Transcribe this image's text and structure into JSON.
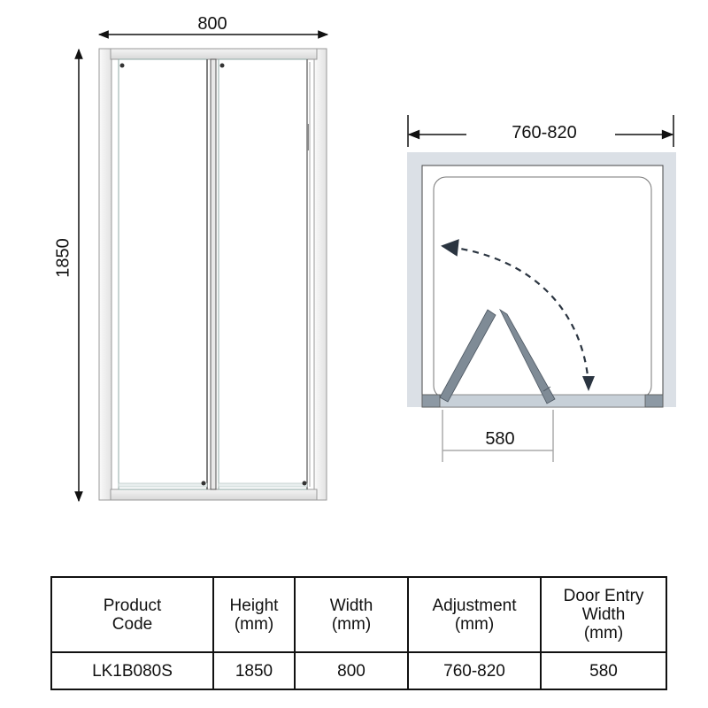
{
  "front_view": {
    "width_label": "800",
    "height_label": "1850"
  },
  "plan_view": {
    "adjustment_label": "760-820",
    "entry_label": "580"
  },
  "colors": {
    "wall": "#dbe0e6",
    "door_panel": "#7f8b96",
    "tray_edge": "#c7d0d8",
    "arrow": "#2a3440",
    "line": "#111111",
    "frame": "#e6e6e6"
  },
  "spec_table": {
    "headers": [
      {
        "line1": "Product",
        "line2": "Code",
        "line3": ""
      },
      {
        "line1": "Height",
        "line2": "(mm)",
        "line3": ""
      },
      {
        "line1": "Width",
        "line2": "(mm)",
        "line3": ""
      },
      {
        "line1": "Adjustment",
        "line2": "(mm)",
        "line3": ""
      },
      {
        "line1": "Door Entry",
        "line2": "Width",
        "line3": "(mm)"
      }
    ],
    "rows": [
      {
        "product_code": "LK1B080S",
        "height": "1850",
        "width": "800",
        "adjustment": "760-820",
        "door_entry_width": "580"
      }
    ]
  }
}
